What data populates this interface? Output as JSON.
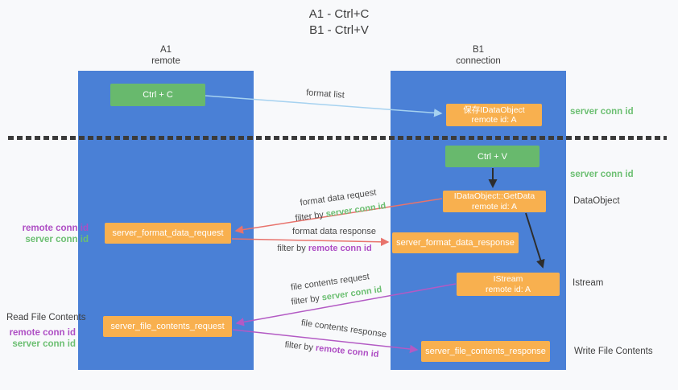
{
  "colors": {
    "background": "#f8f9fb",
    "lane_blue": "#4a80d6",
    "node_green": "#68b96d",
    "node_orange": "#f8b04f",
    "arrow_red": "#e8736c",
    "arrow_purple": "#b35ac4",
    "arrow_light_blue": "#a6d2f0",
    "arrow_black": "#2d2d2d",
    "text_green": "#6cbf72",
    "text_purple": "#ae4ec4",
    "text_dark": "#3f3f3f"
  },
  "title": {
    "line1": "A1 - Ctrl+C",
    "line2": "B1 - Ctrl+V"
  },
  "lanes": {
    "a": {
      "id": "A1",
      "role": "remote"
    },
    "b": {
      "id": "B1",
      "role": "connection"
    }
  },
  "nodes": {
    "ctrl_c": {
      "label": "Ctrl + C"
    },
    "save_idataobject": {
      "line1": "保存IDataObject",
      "line2": "remote id: A"
    },
    "ctrl_v": {
      "label": "Ctrl + V"
    },
    "getdata": {
      "line1": "IDataObject::GetData",
      "line2": "remote id: A"
    },
    "server_format_data_request": {
      "label": "server_format_data_request"
    },
    "server_format_data_response": {
      "label": "server_format_data_response"
    },
    "istream": {
      "line1": "IStream",
      "line2": "remote id: A"
    },
    "server_file_contents_request": {
      "label": "server_file_contents_request"
    },
    "server_file_contents_response": {
      "label": "server_file_contents_response"
    }
  },
  "flow_labels": {
    "format_list": "format list",
    "format_data_request": "format data request",
    "format_data_response": "format data response",
    "file_contents_request": "file contents request",
    "file_contents_response": "file contents response",
    "filter_by": "filter by ",
    "server_conn_id": "server conn id",
    "remote_conn_id": "remote conn id"
  },
  "side_labels": {
    "read_file_contents": "Read File Contents",
    "write_file_contents": "Write File Contents",
    "dataobject": "DataObject",
    "istream": "Istream",
    "server_conn_id": "server conn id",
    "remote_conn_id": "remote conn id"
  }
}
